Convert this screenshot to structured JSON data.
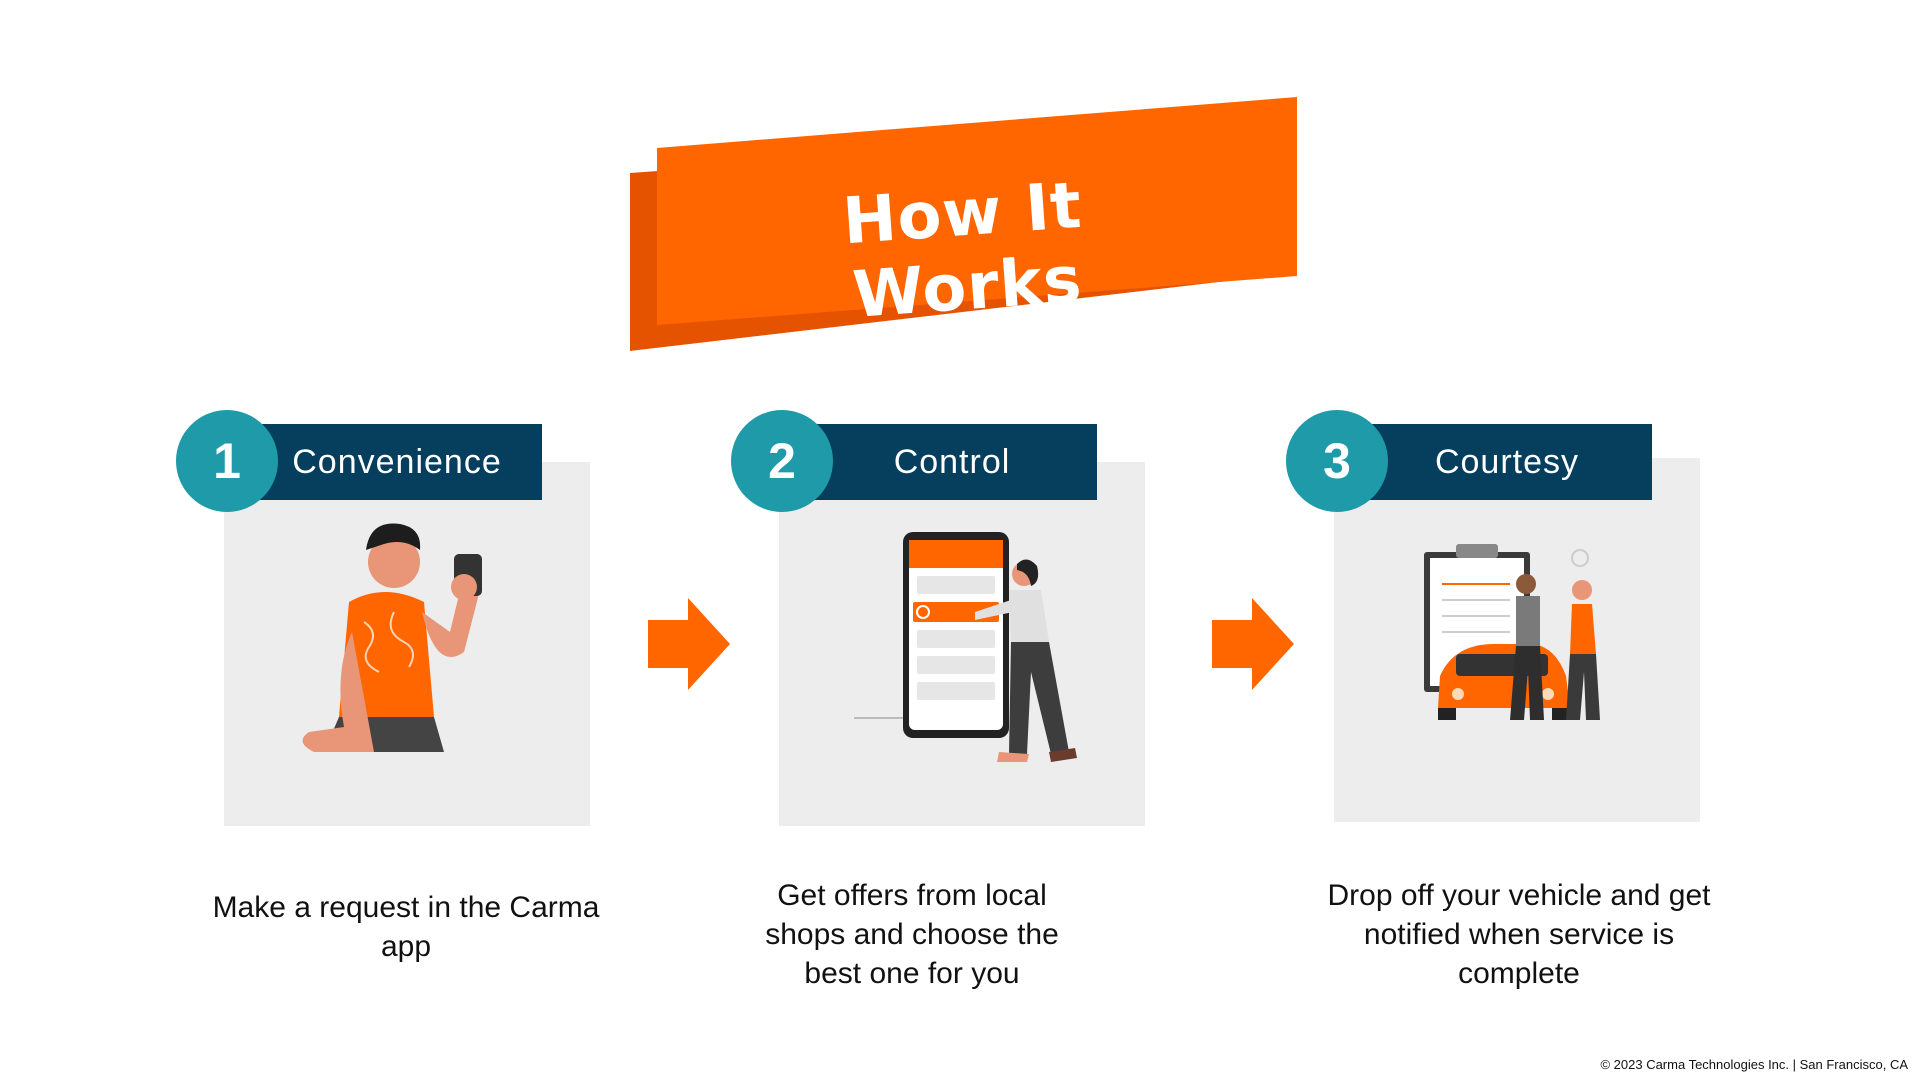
{
  "header": {
    "title": "How It Works"
  },
  "colors": {
    "orange": "#ff6600",
    "dark_orange": "#e55300",
    "navy": "#063e5e",
    "teal": "#1e9aa8",
    "card": "#ededed"
  },
  "steps": [
    {
      "number": "1",
      "label": "Convenience",
      "description": "Make a request in the Carma app",
      "illustration": "person-with-phone-illustration"
    },
    {
      "number": "2",
      "label": "Control",
      "description": "Get offers from local shops and choose the best one for you",
      "illustration": "phone-offers-illustration"
    },
    {
      "number": "3",
      "label": "Courtesy",
      "description": "Drop off your vehicle and get notified when service is complete",
      "illustration": "car-handover-illustration"
    }
  ],
  "footer": {
    "text": "© 2023 Carma Technologies Inc. | San Francisco, CA"
  }
}
